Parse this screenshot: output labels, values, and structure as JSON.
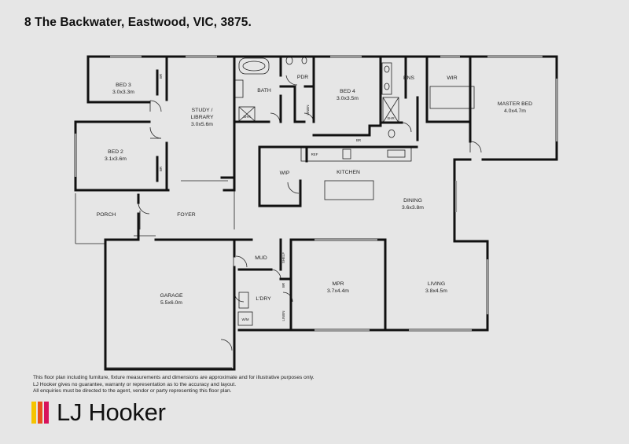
{
  "title": "8 The Backwater, Eastwood, VIC, 3875.",
  "rooms": {
    "bed3": {
      "name": "BED 3",
      "dim": "3.0x3.3m"
    },
    "bed2": {
      "name": "BED 2",
      "dim": "3.1x3.6m"
    },
    "study": {
      "name": "STUDY /",
      "name2": "LIBRARY",
      "dim": "3.0x5.6m"
    },
    "bath": {
      "name": "BATH"
    },
    "pdr": {
      "name": "PDR"
    },
    "bed4": {
      "name": "BED 4",
      "dim": "3.0x3.5m"
    },
    "ens": {
      "name": "ENS"
    },
    "wir": {
      "name": "WIR"
    },
    "master": {
      "name": "MASTER BED",
      "dim": "4.0x4.7m"
    },
    "wip": {
      "name": "WIP"
    },
    "kitchen": {
      "name": "KITCHEN"
    },
    "dining": {
      "name": "DINING",
      "dim": "3.6x3.8m"
    },
    "porch": {
      "name": "PORCH"
    },
    "foyer": {
      "name": "FOYER"
    },
    "garage": {
      "name": "GARAGE",
      "dim": "5.5x6.0m"
    },
    "mud": {
      "name": "MUD"
    },
    "ldry": {
      "name": "L'DRY"
    },
    "mpr": {
      "name": "MPR",
      "dim": "3.7x4.4m"
    },
    "living": {
      "name": "LIVING",
      "dim": "3.8x4.5m"
    }
  },
  "fixtures": {
    "br1": "BR",
    "br2": "BR",
    "shr1": "SHR",
    "shr2": "SHR",
    "linen1": "LINEN",
    "linen2": "LINEN",
    "br_bed4": "BR",
    "ref": "REF",
    "shelf": "SHELF",
    "br_mud": "BR",
    "wm": "W/M"
  },
  "disclaimer": {
    "line1": "This floor plan including furniture, fixture measurements and dimensions are approximate and for illustrative purposes only.",
    "line2": "LJ Hooker gives no guarantee, warranty or representation as to the accuracy and layout.",
    "line3": "All enquiries must be directed to the agent, vendor or party representing this floor plan."
  },
  "brand": {
    "name": "LJ Hooker",
    "colors": [
      "#f5c400",
      "#e8501e",
      "#d8125b"
    ]
  },
  "colors": {
    "wall": "#111111",
    "background": "#e6e6e6"
  }
}
